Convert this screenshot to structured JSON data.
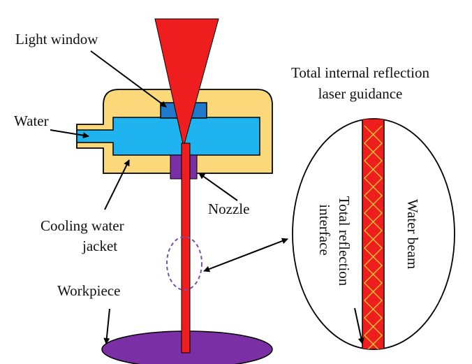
{
  "labels": {
    "light_window": "Light window",
    "water": "Water",
    "cooling_line1": "Cooling water",
    "cooling_line2": "jacket",
    "nozzle": "Nozzle",
    "workpiece": "Workpiece",
    "title_line1": "Total internal reflection",
    "title_line2": "laser guidance",
    "water_beam": "Water beam",
    "interface_line1": "Total reflection",
    "interface_line2": "interface"
  },
  "colors": {
    "housing": "#FBD97A",
    "water": "#1FB4F0",
    "window": "#1F78C8",
    "nozzle": "#7A2FA5",
    "laser": "#EE1E1E",
    "workpiece": "#7A2FA5",
    "zigzag": "#F4C430",
    "dashed": "#7A4FA5",
    "outline": "#000000"
  }
}
